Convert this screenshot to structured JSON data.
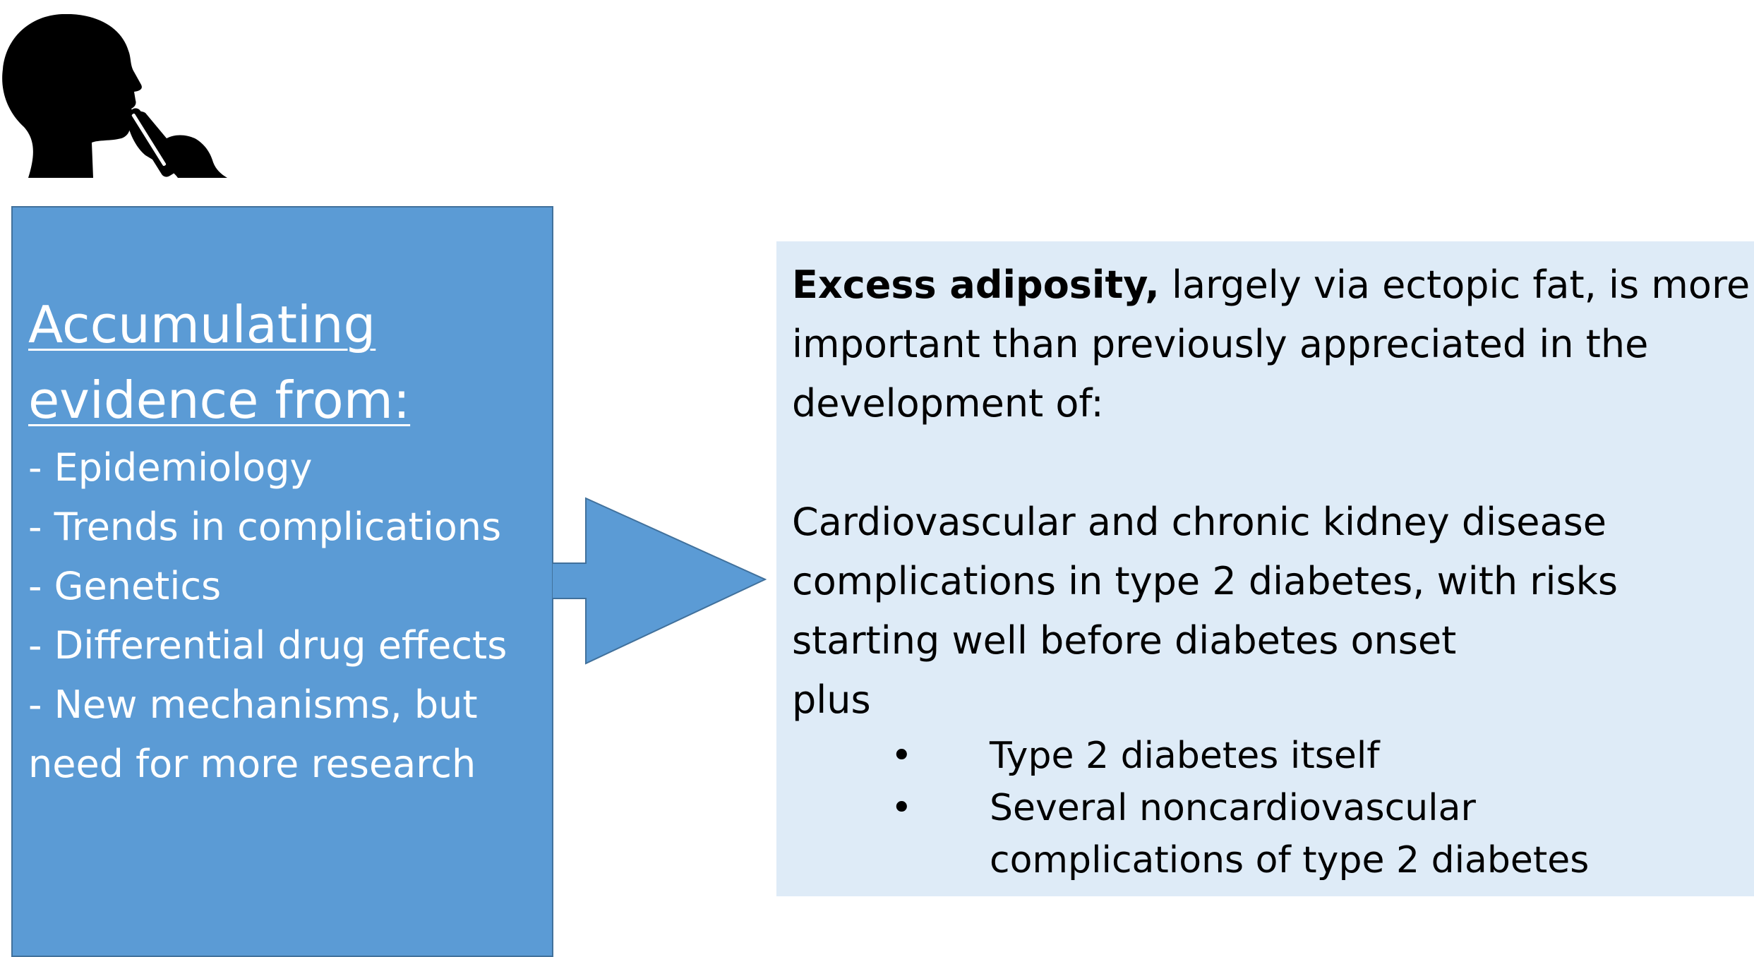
{
  "icon": {
    "name": "person-thinking-icon",
    "color": "#000000"
  },
  "colors": {
    "left_box_fill": "#5b9bd5",
    "left_box_border": "#41719c",
    "arrow_fill": "#5b9bd5",
    "right_box_fill": "#deebf7"
  },
  "evidence_box": {
    "heading_line1": "Accumulating",
    "heading_line2": "evidence from:",
    "items": [
      "- Epidemiology",
      "- Trends in complications",
      "- Genetics",
      "- Differential drug effects",
      "- New mechanisms, but",
      "need for more research"
    ]
  },
  "conclusion_box": {
    "intro_bold": "Excess adiposity,",
    "intro_rest": " largely via ectopic fat, is more important than previously appreciated in the development of:",
    "complications_text": "Cardiovascular and chronic kidney disease complications in type 2 diabetes, with risks starting well before diabetes onset",
    "plus_label": "plus",
    "bullet_symbol": "•",
    "bullets": [
      "Type 2 diabetes itself",
      "Several noncardiovascular complications of type 2 diabetes"
    ]
  }
}
